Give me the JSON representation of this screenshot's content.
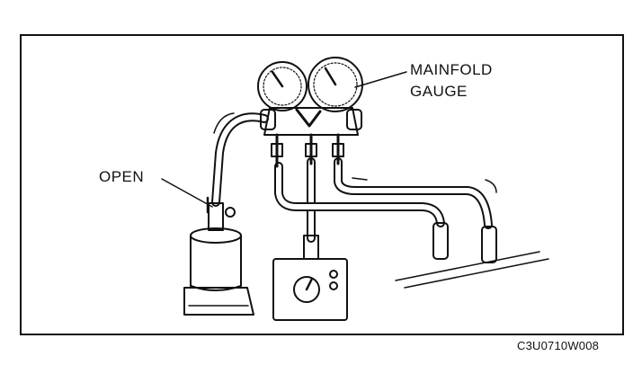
{
  "labels": {
    "gauge_line1": "MAINFOLD",
    "gauge_line2": "GAUGE",
    "open": "OPEN"
  },
  "figure_code": "C3U0710W008",
  "colors": {
    "ink": "#111111",
    "background": "#ffffff"
  }
}
